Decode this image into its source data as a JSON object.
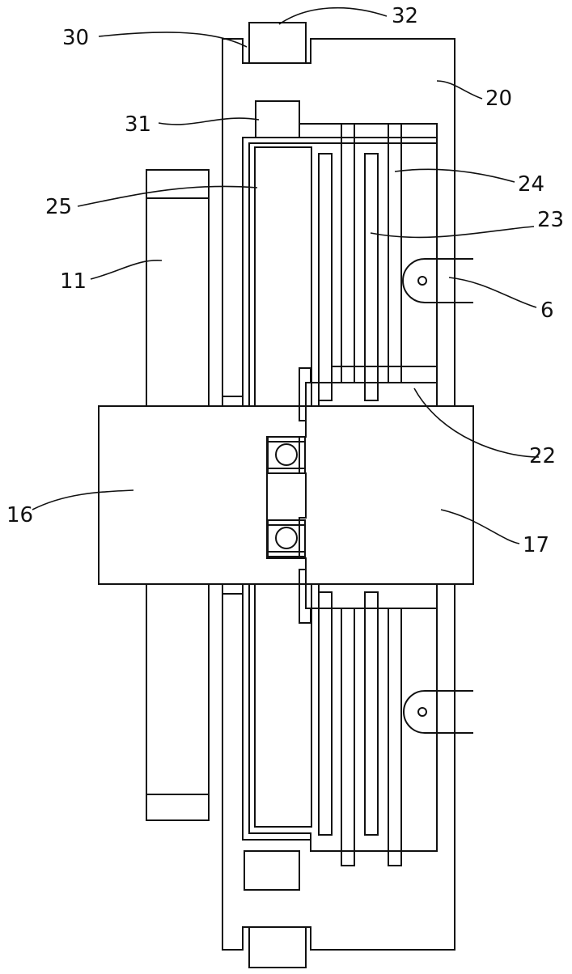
{
  "labels": {
    "l30": "30",
    "l32": "32",
    "l20": "20",
    "l31": "31",
    "l24": "24",
    "l25": "25",
    "l23": "23",
    "l11": "11",
    "l6": "6",
    "l22": "22",
    "l16": "16",
    "l17": "17"
  }
}
